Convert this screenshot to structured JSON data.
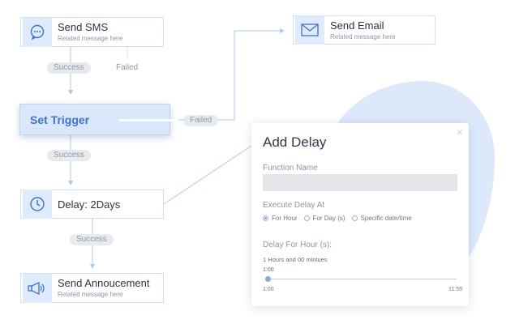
{
  "nodes": {
    "send_sms": {
      "title": "Send SMS",
      "subtitle": "Related message here",
      "icon": "chat-bubble-icon"
    },
    "send_email": {
      "title": "Send Email",
      "subtitle": "Related message here",
      "icon": "envelope-icon"
    },
    "set_trigger": {
      "title": "Set Trigger"
    },
    "delay": {
      "title": "Delay: 2Days",
      "icon": "clock-icon"
    },
    "send_announcement": {
      "title": "Send Annoucement",
      "subtitle": "Related message here",
      "icon": "megaphone-icon"
    }
  },
  "edges": {
    "sms_success": "Success",
    "sms_failed": "Failed",
    "trigger_failed": "Failed",
    "trigger_success": "Success",
    "delay_success": "Success"
  },
  "panel": {
    "title": "Add Delay",
    "close": "×",
    "function_name_label": "Function Name",
    "function_name_value": "",
    "execute_label": "Execute Delay At",
    "options": [
      "For Hour",
      "For Day (s)",
      "Specific date/time"
    ],
    "selected_option": "For Hour",
    "delay_hour_label": "Delay For Hour (s):",
    "delay_summary": "1 Hours and 00 mintues",
    "slider_value": "1:00",
    "slider_min": "1:00",
    "slider_max": "11:59",
    "slider_fraction": 0.0
  },
  "colors": {
    "accent": "#3e73c9",
    "node_border": "#cfe0f5",
    "icon_bg": "#dfeafb",
    "connector": "#a9c8ee"
  }
}
